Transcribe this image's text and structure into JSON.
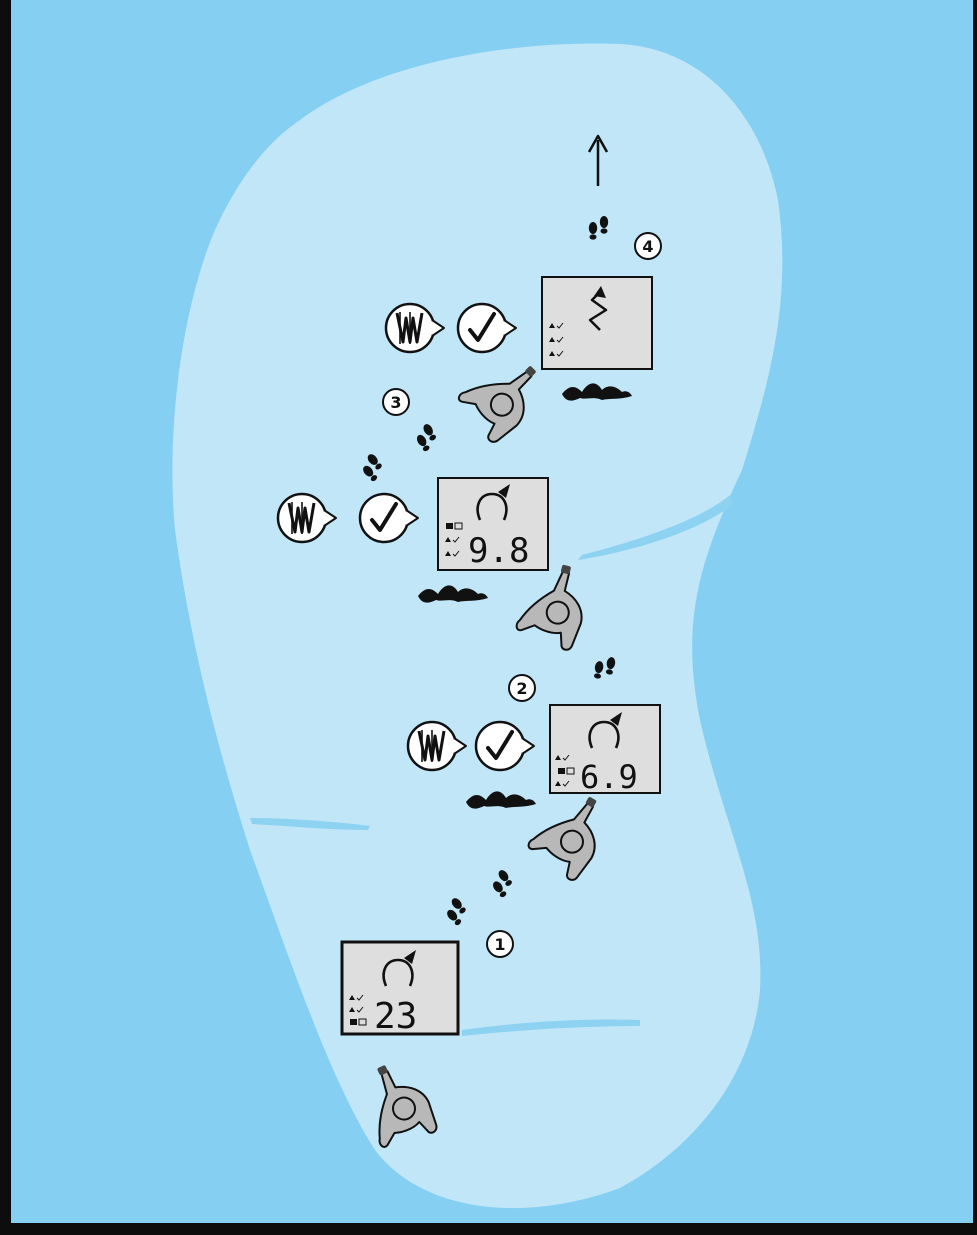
{
  "colors": {
    "background_sea": "#85cff2",
    "ice_floe": "#c0e6f8",
    "frame": "#0d0d0d",
    "crack": "#8ed2f2",
    "lcd_screen": "#dedede",
    "figure": "#b8b8b8",
    "ink": "#111111"
  },
  "steps": [
    {
      "number": "1",
      "display_value": "23",
      "display_icon": "circular-arrow-icon"
    },
    {
      "number": "2",
      "display_value": "6.9",
      "display_icon": "circular-arrow-icon"
    },
    {
      "number": "3",
      "display_value": "9.8",
      "display_icon": "circular-arrow-icon"
    },
    {
      "number": "4",
      "display_value": "",
      "display_icon": "zigzag-arrow-icon"
    }
  ],
  "icons": {
    "direction": "up-arrow-icon",
    "footsteps": "footprints-icon",
    "measure": "ice-auger-icon",
    "confirm": "checkmark-icon",
    "person": "person-topview-icon",
    "crack": "ice-crack-icon"
  }
}
